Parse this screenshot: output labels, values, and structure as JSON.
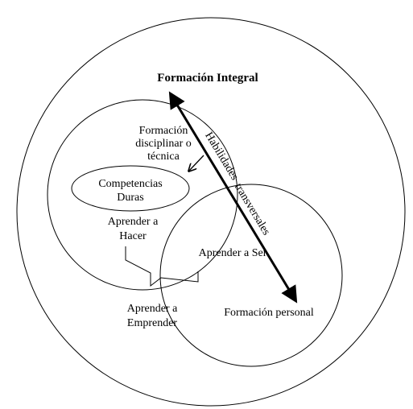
{
  "diagram": {
    "title": "Formación Integral",
    "disciplinar": {
      "line1": "Formación",
      "line2": "disciplinar o",
      "line3": "técnica"
    },
    "competencias": {
      "line1": "Competencias",
      "line2": "Duras"
    },
    "hacer": {
      "line1": "Aprender a",
      "line2": "Hacer"
    },
    "ser": "Aprender a Ser",
    "emprender": {
      "line1": "Aprender a",
      "line2": "Emprender"
    },
    "personal": "Formación personal",
    "axis": {
      "upper": "Habilidades",
      "lower": "transversales"
    },
    "colors": {
      "stroke": "#000000",
      "background": "#ffffff"
    }
  }
}
